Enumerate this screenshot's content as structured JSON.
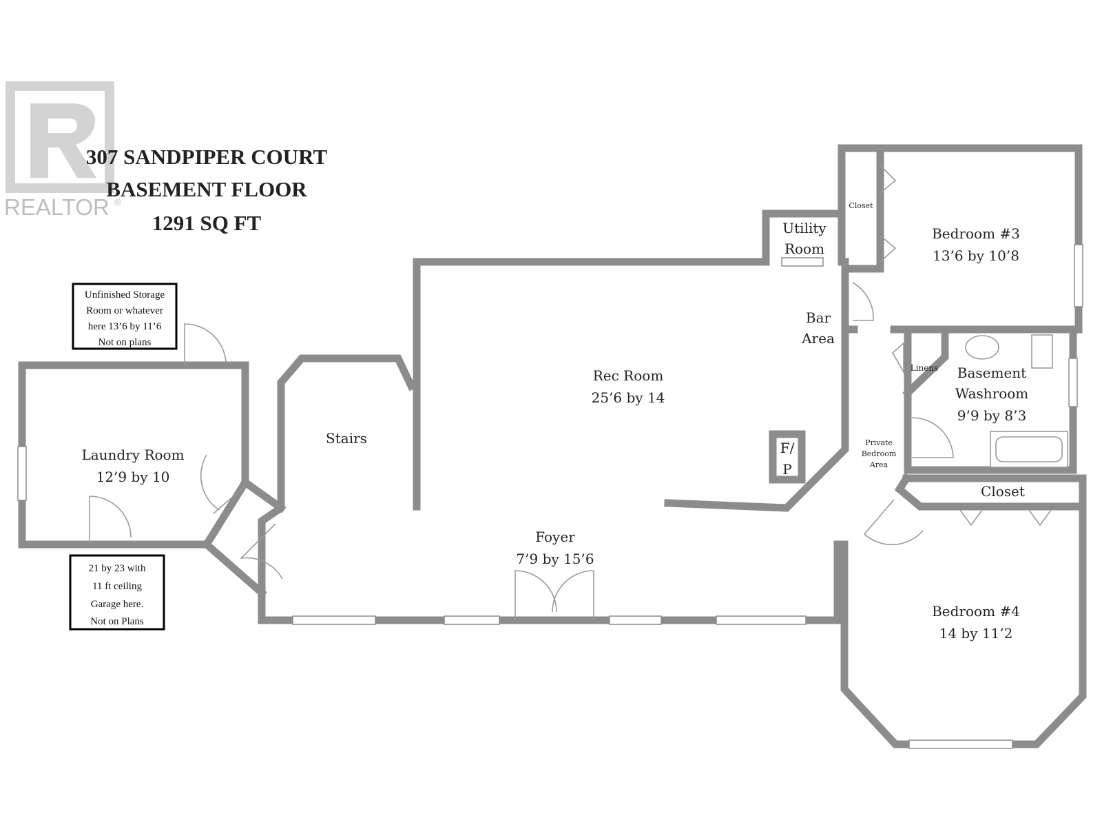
{
  "title": {
    "line1": "307 SANDPIPER COURT",
    "line2": "BASEMENT FLOOR",
    "line3": "1291 SQ FT"
  },
  "watermark": {
    "text": "REALTOR",
    "mark": "®",
    "logo": "realtor-r-logo"
  },
  "rooms": {
    "utility": {
      "line1": "Utility",
      "line2": "Room"
    },
    "closet_top": {
      "name": "Closet"
    },
    "bedroom3": {
      "name": "Bedroom #3",
      "dims": "13’6 by 10’8"
    },
    "bar": {
      "line1": "Bar",
      "line2": "Area"
    },
    "rec": {
      "name": "Rec Room",
      "dims": "25’6 by 14"
    },
    "linens": {
      "name": "Linens"
    },
    "washroom": {
      "line1": "Basement",
      "line2": "Washroom",
      "dims": "9’9 by 8’3"
    },
    "stairs": {
      "name": "Stairs"
    },
    "fireplace": {
      "line1": "F/",
      "line2": "P"
    },
    "private": {
      "line1": "Private",
      "line2": "Bedroom",
      "line3": "Area"
    },
    "closet_mid": {
      "name": "Closet"
    },
    "laundry": {
      "name": "Laundry Room",
      "dims": "12’9 by 10"
    },
    "foyer": {
      "name": "Foyer",
      "dims": "7’9 by 15’6"
    },
    "bedroom4": {
      "name": "Bedroom #4",
      "dims": "14 by 11’2"
    }
  },
  "notes": {
    "storage": [
      "Unfinished Storage",
      "Room or whatever",
      "here 13’6 by 11’6",
      "Not on plans"
    ],
    "garage": [
      "21 by 23 with",
      "11 ft ceiling",
      "Garage here.",
      "Not on Plans"
    ]
  }
}
